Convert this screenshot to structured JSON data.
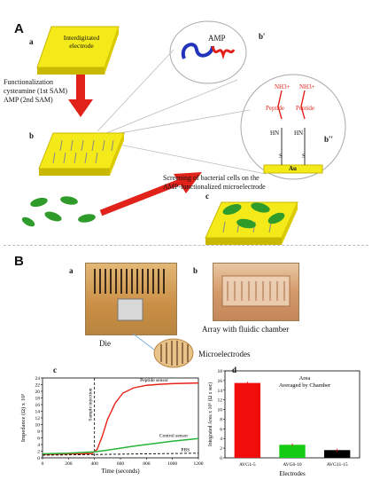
{
  "panelA": {
    "label": "A",
    "sub_a": "a",
    "sub_b": "b",
    "sub_c": "c",
    "sub_bp": "b′",
    "sub_bpp": "b′′",
    "electrode_text": [
      "Interdigitated",
      "electrode"
    ],
    "functionalization_lines": [
      "Functionalization",
      "cysteamine (1st SAM)",
      "AMP (2nd SAM)"
    ],
    "amp_label": "AMP",
    "molecule": {
      "nh3": "NH3+",
      "peptide": "Peptide",
      "hn": "HN",
      "s": "S",
      "au": "Au"
    },
    "screening_text": [
      "Screening of bacterial cells on the",
      "AMP-functionalized microelectrode"
    ]
  },
  "panelB": {
    "label": "B",
    "sub_a": "a",
    "sub_b": "b",
    "sub_c": "c",
    "sub_d": "d",
    "die_label": "Die",
    "array_label": "Array with fluidic chamber",
    "micro_label": "Microelectrodes"
  },
  "colors": {
    "gold": "#f2e600",
    "gold_dark": "#c9b800",
    "arrow_red": "#e0221b",
    "bacteria_green": "#2f9b2a",
    "peptide_sensor": "#e8231a",
    "control_sensor": "#26b33a",
    "pbs": "#000000"
  },
  "chart_data": [
    {
      "type": "line",
      "title": "",
      "xlabel": "Time (seconds)",
      "ylabel": "Impedance (Ω) x 10³",
      "xlim": [
        0,
        1200
      ],
      "ylim": [
        0,
        24
      ],
      "xticks": [
        0,
        200,
        400,
        600,
        800,
        1000,
        1200
      ],
      "yticks": [
        0,
        2,
        4,
        6,
        8,
        10,
        12,
        14,
        16,
        18,
        20,
        22,
        24
      ],
      "annotation": "Sample injection",
      "annotation_x": 400,
      "series": [
        {
          "name": "Peptide sensor",
          "x": [
            0,
            100,
            200,
            300,
            380,
            420,
            460,
            500,
            560,
            620,
            700,
            800,
            900,
            1000,
            1100,
            1200
          ],
          "y": [
            1.0,
            1.1,
            1.2,
            1.2,
            1.3,
            2.5,
            6.5,
            11.5,
            16.5,
            19.5,
            21.0,
            21.8,
            22.1,
            22.3,
            22.4,
            22.5
          ]
        },
        {
          "name": "Control sensor",
          "x": [
            0,
            200,
            400,
            500,
            600,
            700,
            800,
            900,
            1000,
            1100,
            1200
          ],
          "y": [
            1.2,
            1.4,
            1.8,
            2.3,
            2.9,
            3.5,
            4.0,
            4.5,
            5.0,
            5.4,
            5.8
          ]
        },
        {
          "name": "PBS",
          "x": [
            0,
            200,
            400,
            600,
            800,
            1000,
            1200
          ],
          "y": [
            0.8,
            0.9,
            1.0,
            1.1,
            1.2,
            1.3,
            1.4
          ]
        }
      ]
    },
    {
      "type": "bar",
      "title": "Area Averaged by Chamber",
      "xlabel": "Electrodes",
      "ylabel": "Integrated Area x 10⁵ (Ω x sec)",
      "ylim": [
        0,
        18
      ],
      "yticks": [
        0,
        2,
        4,
        6,
        8,
        10,
        12,
        14,
        16,
        18
      ],
      "categories": [
        "AVG1-5",
        "AVG6-10",
        "AVG11-15"
      ],
      "values": [
        15.5,
        2.7,
        1.6
      ],
      "bar_colors": [
        "#f20d0d",
        "#14cc14",
        "#000000"
      ]
    }
  ]
}
